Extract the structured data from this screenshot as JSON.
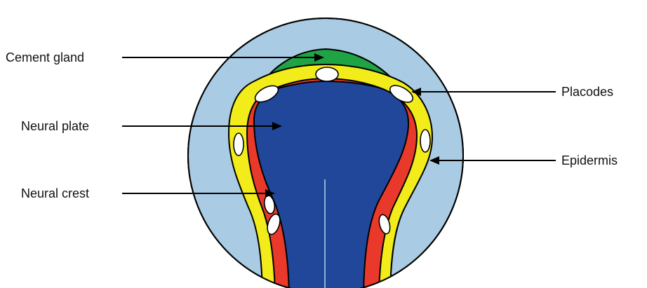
{
  "labels": {
    "cement_gland": "Cement gland",
    "neural_plate": "Neural plate",
    "neural_crest": "Neural crest",
    "placodes": "Placodes",
    "epidermis": "Epidermis"
  },
  "colors": {
    "epidermis": "#a9cbe3",
    "cement_gland": "#1fa345",
    "placode_layer": "#f2ec1a",
    "neural_crest": "#e8392b",
    "neural_plate": "#20479a",
    "placode": "#ffffff",
    "outline": "#000000",
    "midline": "#a9cbe3"
  }
}
